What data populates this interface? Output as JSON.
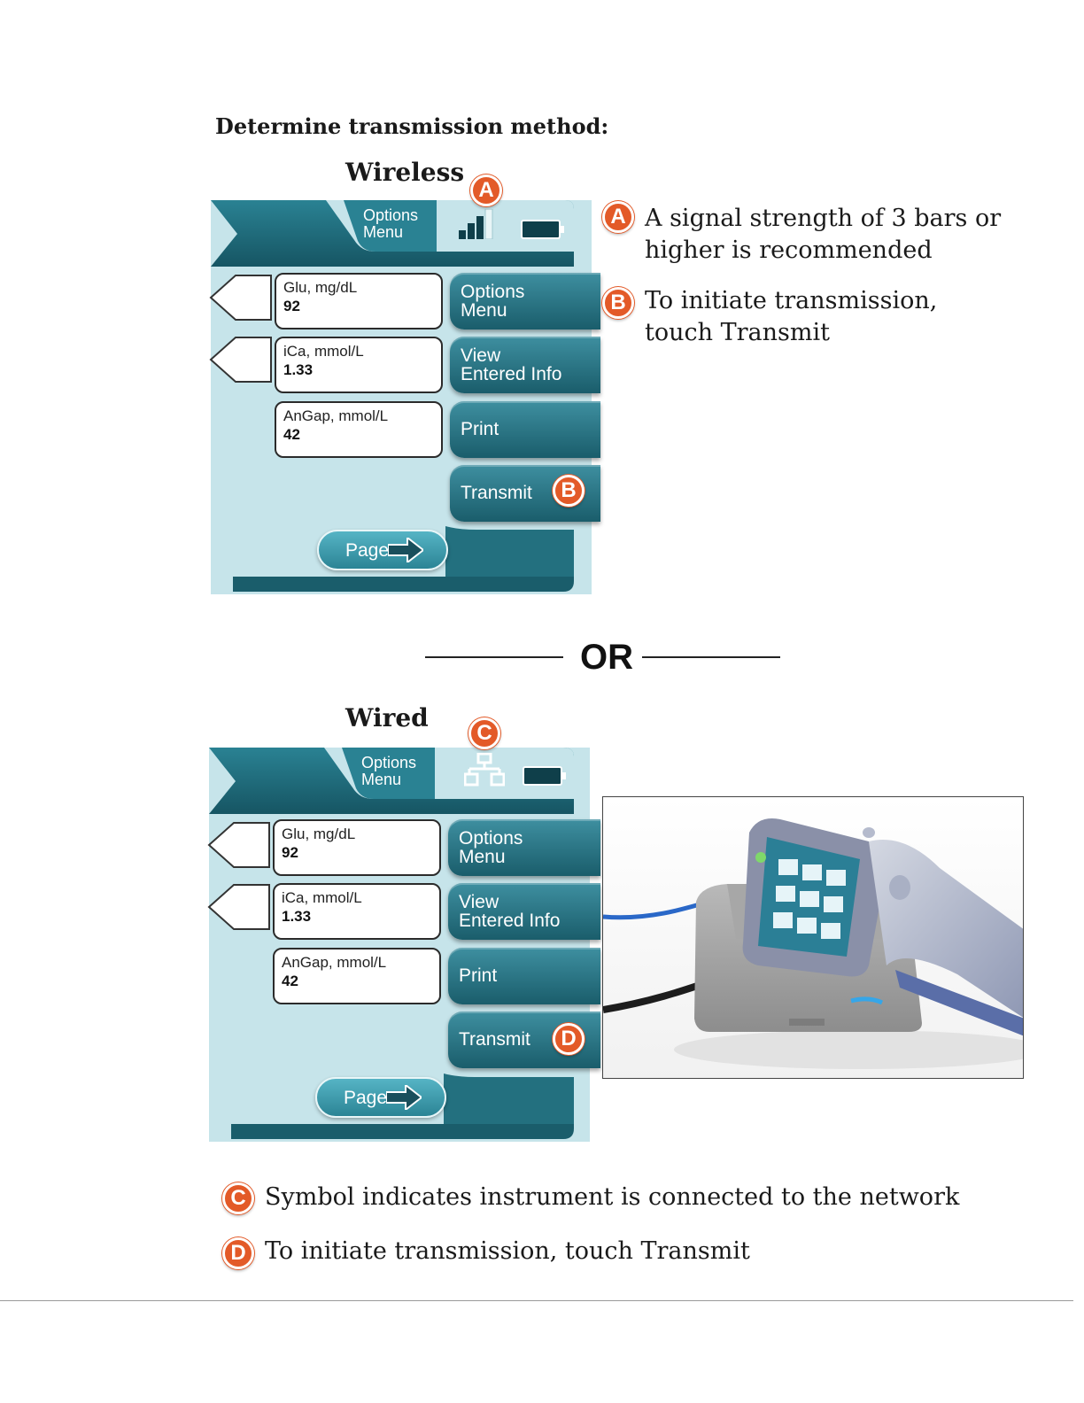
{
  "heading": "Determine transmission method:",
  "wireless": {
    "title": "Wireless",
    "status_label": "Options\nMenu",
    "fields": [
      {
        "label": "Glu, mg/dL",
        "value": "92"
      },
      {
        "label": "iCa, mmol/L",
        "value": "1.33"
      },
      {
        "label": "AnGap, mmol/L",
        "value": "42"
      }
    ],
    "buttons": {
      "options": "Options\nMenu",
      "view": "View\nEntered Info",
      "print": "Print",
      "transmit": "Transmit",
      "page": "Page"
    },
    "signal_bars": 3
  },
  "or_text": "OR",
  "wired": {
    "title": "Wired",
    "status_label": "Options\nMenu",
    "fields": [
      {
        "label": "Glu, mg/dL",
        "value": "92"
      },
      {
        "label": "iCa, mmol/L",
        "value": "1.33"
      },
      {
        "label": "AnGap, mmol/L",
        "value": "42"
      }
    ],
    "buttons": {
      "options": "Options\nMenu",
      "view": "View\nEntered Info",
      "print": "Print",
      "transmit": "Transmit",
      "page": "Page"
    }
  },
  "callouts": {
    "a": "A",
    "b": "B",
    "c": "C",
    "d": "D"
  },
  "notes": {
    "a": "A signal strength of 3 bars or higher is recommended",
    "b": "To initiate transmission, touch Transmit",
    "c": "Symbol indicates instrument is connected to the network",
    "d": "To initiate transmission, touch Transmit"
  },
  "colors": {
    "teal_dark": "#1a5d6b",
    "teal_light": "#c6e4ea",
    "callout": "#e35a28"
  },
  "icons": {
    "signal": "signal-strength-icon",
    "network": "network-icon",
    "battery": "battery-icon",
    "arrow": "arrow-right-icon"
  }
}
